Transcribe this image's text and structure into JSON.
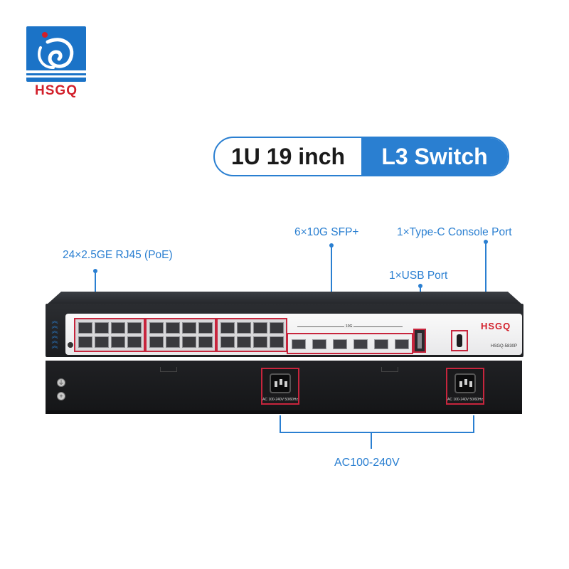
{
  "brand": {
    "logo_text": "HSGQ",
    "color_blue": "#1b73c7",
    "color_red": "#d21f2a"
  },
  "headline": {
    "left": "1U 19 inch",
    "right": "L3 Switch",
    "accent": "#2a7fd1"
  },
  "callouts": {
    "rj45": "24×2.5GE RJ45 (PoE)",
    "sfp": "6×10G SFP+",
    "console": "1×Type-C Console Port",
    "usb": "1×USB Port",
    "ac": "AC100-240V"
  },
  "device": {
    "front_brand": "HSGQ",
    "model": "HSGQ-5830P",
    "sfp_group_label": "10G",
    "ac_label": "AC 100-240V 50/60Hz",
    "highlight": "#c7253d"
  }
}
